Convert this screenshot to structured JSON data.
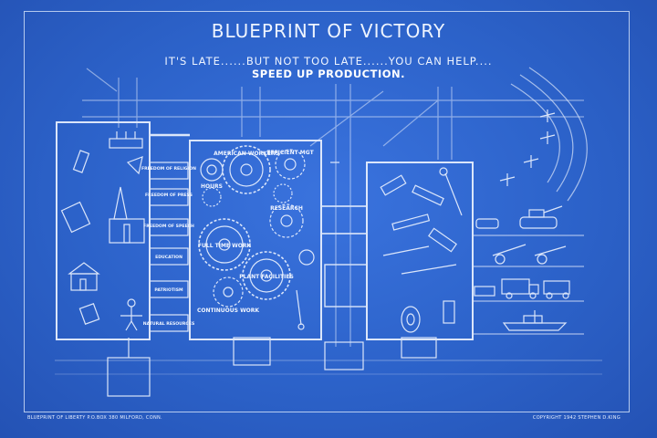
{
  "poster": {
    "title": "BLUEPRINT OF VICTORY",
    "subtitle": "IT'S LATE......BUT NOT TOO LATE......YOU CAN HELP....",
    "call_to_action": "SPEED UP PRODUCTION.",
    "footer_left": "BLUEPRINT OF LIBERTY  P.O.BOX 380  MILFORD, CONN.",
    "footer_right": "COPYRIGHT 1942  STEPHEN D.KING",
    "palette": {
      "paper": "#2c62c9",
      "ink": "#eef4ff"
    }
  },
  "machine_inputs": {
    "items": [
      "FREEDOM OF RELIGION",
      "FREEDOM OF PRESS",
      "FREEDOM OF SPEECH",
      "EDUCATION",
      "PATRIOTISM",
      "NATURAL RESOURCES"
    ]
  },
  "gears": {
    "labels": [
      "AMERICAN WORKERS",
      "FULL TIME WORK",
      "EFFICIENT MGT",
      "PLANT FACILITIES",
      "CONTINUOUS WORK",
      "RESEARCH",
      "HOURS"
    ]
  },
  "icons": {
    "left_panel": [
      "church-icon",
      "house-icon",
      "factory-icon",
      "book-icon",
      "farmer-icon"
    ],
    "right_panel": [
      "tools-icon",
      "wheel-icon",
      "wrench-icon"
    ],
    "output": [
      "airplane-icon",
      "tank-icon",
      "cannon-icon",
      "truck-icon",
      "ship-icon"
    ]
  }
}
